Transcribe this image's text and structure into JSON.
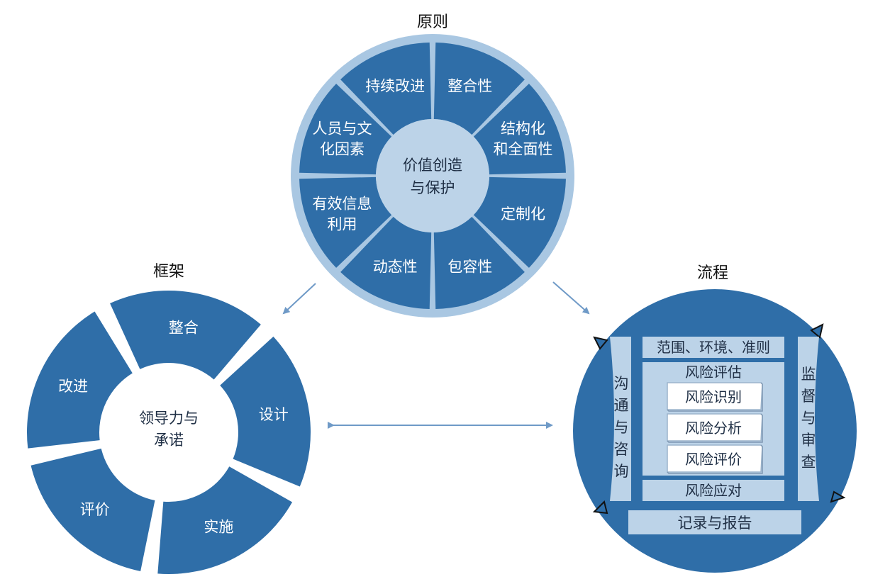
{
  "colors": {
    "primary_blue": "#2f6ea8",
    "light_blue": "#bcd3e8",
    "ring_blue": "#a9c7e2",
    "white": "#ffffff",
    "dark_text": "#1f2f45",
    "arrow": "#6f9ac7"
  },
  "principles": {
    "title": "原则",
    "hub_lines": [
      "价值创造",
      "与保护"
    ],
    "segments": [
      {
        "lines": [
          "整合性"
        ]
      },
      {
        "lines": [
          "结构化",
          "和全面性"
        ]
      },
      {
        "lines": [
          "定制化"
        ]
      },
      {
        "lines": [
          "包容性"
        ]
      },
      {
        "lines": [
          "动态性"
        ]
      },
      {
        "lines": [
          "有效信息",
          "利用"
        ]
      },
      {
        "lines": [
          "人员与文",
          "化因素"
        ]
      },
      {
        "lines": [
          "持续改进"
        ]
      }
    ]
  },
  "framework": {
    "title": "框架",
    "hub_lines": [
      "领导力与",
      "承诺"
    ],
    "segments": [
      {
        "label": "整合"
      },
      {
        "label": "设计"
      },
      {
        "label": "实施"
      },
      {
        "label": "评价"
      },
      {
        "label": "改进"
      }
    ]
  },
  "process": {
    "title": "流程",
    "scope": "范围、环境、准则",
    "assessment_title": "风险评估",
    "steps": [
      "风险识别",
      "风险分析",
      "风险评价"
    ],
    "treatment": "风险应对",
    "recording": "记录与报告",
    "communication": [
      "沟",
      "通",
      "与",
      "咨",
      "询"
    ],
    "monitoring": [
      "监",
      "督",
      "与",
      "审",
      "查"
    ]
  }
}
